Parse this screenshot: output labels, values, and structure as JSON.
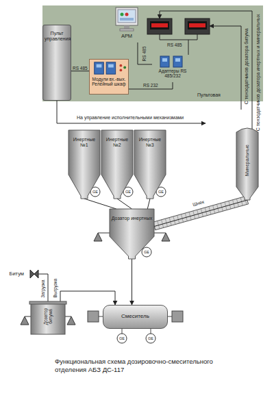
{
  "diagram": {
    "caption": "Функциональная схема дозировочно-смесительного отделения АБЗ ДС-117",
    "nodes": [
      {
        "text": [
          "Пульт управления"
        ]
      },
      {
        "text": [
          "АРМ"
        ]
      },
      {
        "text": [
          "Модули вх.-вых.",
          "Релейный шкаф"
        ]
      },
      {
        "text": [
          "Адаптеры RS 485/232"
        ]
      },
      {
        "text": [
          "Инертные №1"
        ]
      },
      {
        "text": [
          "Инертные №2"
        ]
      },
      {
        "text": [
          "Инертные №3"
        ]
      },
      {
        "text": [
          "Минеральные"
        ]
      },
      {
        "text": [
          "Дозатор инертных"
        ]
      },
      {
        "text": [
          "Дозатор битума"
        ]
      },
      {
        "text": [
          "Смеситель"
        ]
      }
    ],
    "edges": [
      {
        "from": 0,
        "to": 2,
        "label": "RS 485",
        "arrow": "none"
      },
      {
        "from": 1,
        "to": 3,
        "label": "RS 485",
        "arrow": "none"
      },
      {
        "from": 3,
        "to": 2,
        "label": "RS 232",
        "arrow": "none"
      },
      {
        "from": 4,
        "to": 8,
        "arrow": "none"
      },
      {
        "from": 5,
        "to": 8,
        "arrow": "none"
      },
      {
        "from": 6,
        "to": 8,
        "arrow": "none"
      },
      {
        "from": 7,
        "to": 8,
        "arrow": "none"
      },
      {
        "from": 8,
        "to": 10,
        "arrow": "to"
      },
      {
        "from": 9,
        "to": 10,
        "arrow": "to"
      }
    ],
    "labels": [
      "RS 485",
      "Пультовая",
      "С тензодатчиков дозатора битума",
      "С тензодатчиков дозатора инертных и минеральных",
      "На управление исполнительными механизмами",
      "Шнек",
      "GE",
      "GE",
      "GE",
      "GE",
      "GE",
      "GE",
      "Битум",
      "Загрузка",
      "Выгрузка"
    ]
  }
}
